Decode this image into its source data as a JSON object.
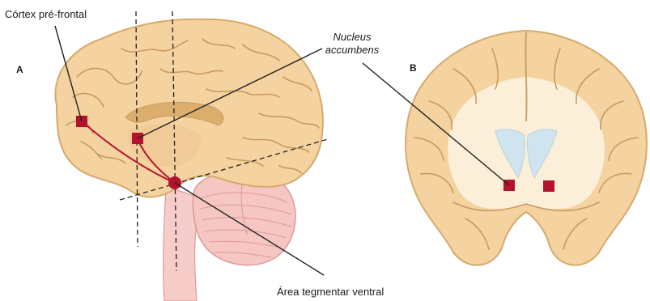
{
  "panels": {
    "a": "A",
    "b": "B"
  },
  "labels": {
    "prefrontal": "Córtex pré-frontal",
    "nucleus_line1": "Nucleus",
    "nucleus_line2": "accumbens",
    "vta": "Área tegmentar ventral"
  },
  "colors": {
    "cortex_fill": "#f4d3a0",
    "cortex_outline": "#d7a96b",
    "sulcus": "#c99a60",
    "white_matter": "#fbefd9",
    "cerebellum_fill": "#f6c6c3",
    "cerebellum_line": "#dc9a98",
    "brainstem_fill": "#f7cdca",
    "corpus_callosum": "#dcae6e",
    "ventricle": "#cfe4ee",
    "marker": "#b5122e",
    "pathway": "#b5122e",
    "leader": "#222222",
    "dashed": "#222222"
  }
}
